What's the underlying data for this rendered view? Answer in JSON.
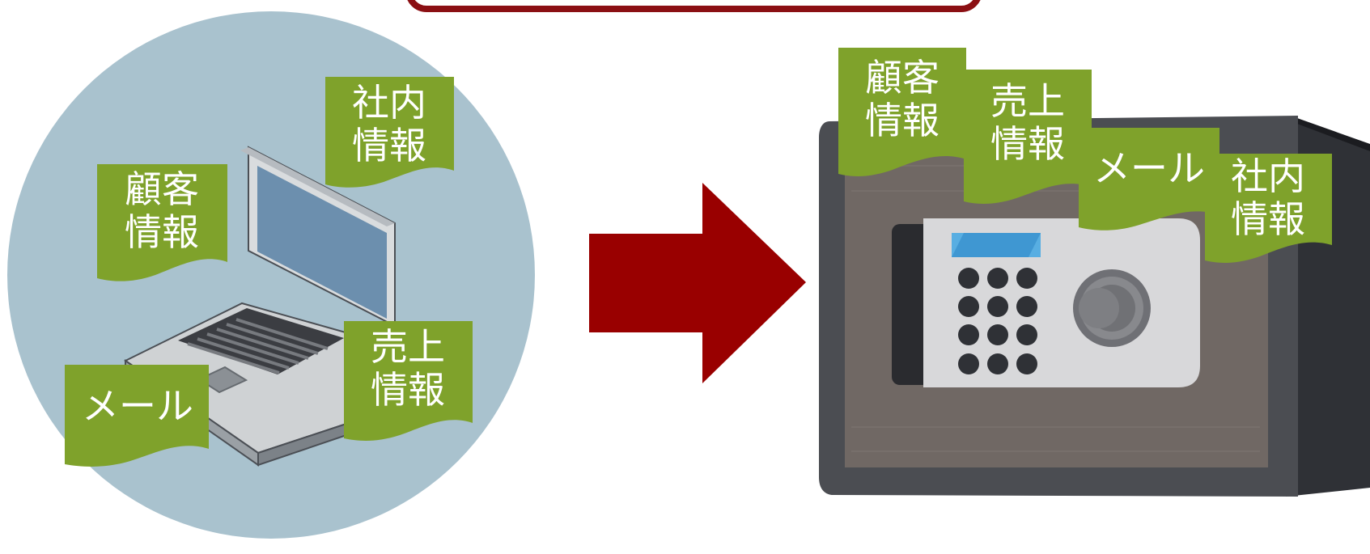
{
  "left_scene": {
    "labels": {
      "internal": {
        "line1": "社内",
        "line2": "情報"
      },
      "customer": {
        "line1": "顧客",
        "line2": "情報"
      },
      "sales": {
        "line1": "売上",
        "line2": "情報"
      },
      "mail": {
        "line1": "メール"
      }
    }
  },
  "right_scene": {
    "labels": {
      "customer": {
        "line1": "顧客",
        "line2": "情報"
      },
      "sales": {
        "line1": "売上",
        "line2": "情報"
      },
      "mail": {
        "line1": "メール"
      },
      "internal": {
        "line1": "社内",
        "line2": "情報"
      }
    }
  },
  "colors": {
    "circle": "#a9c2ce",
    "tag_green": "#7fa22b",
    "arrow": "#990000",
    "header_border": "#8b0f13"
  }
}
